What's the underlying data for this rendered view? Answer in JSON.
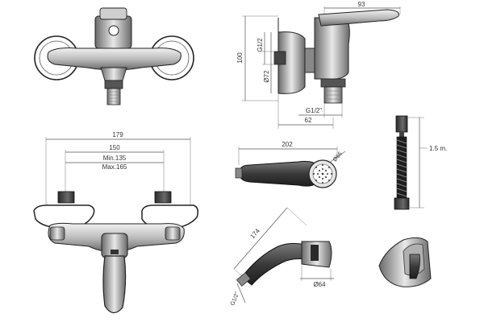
{
  "labels": {
    "top_view": {
      "hex_label": ""
    },
    "side_view": {
      "width_93": "93",
      "height_100": "100",
      "thread_g12_v": "G1/2",
      "diam_72": "Ø72",
      "thread_g12_h": "G1/2\"",
      "depth_62": "62"
    },
    "front_view": {
      "width_179": "179",
      "width_150": "150",
      "range_min": "Min.135",
      "range_max": "Max.165"
    },
    "hand_shower_top": {
      "length_202": "202",
      "diam_66": "Ø66"
    },
    "hand_shower_side": {
      "length_174": "174",
      "diam_64": "Ø64",
      "thread_g12": "G1/2\""
    },
    "hose": {
      "length": "1.5 m."
    }
  },
  "colors": {
    "body_dark": "#3a3a3a",
    "body_mid": "#8a8a8a",
    "body_light": "#d8d8d8",
    "outline": "#222222",
    "dimension_line": "#555555"
  }
}
